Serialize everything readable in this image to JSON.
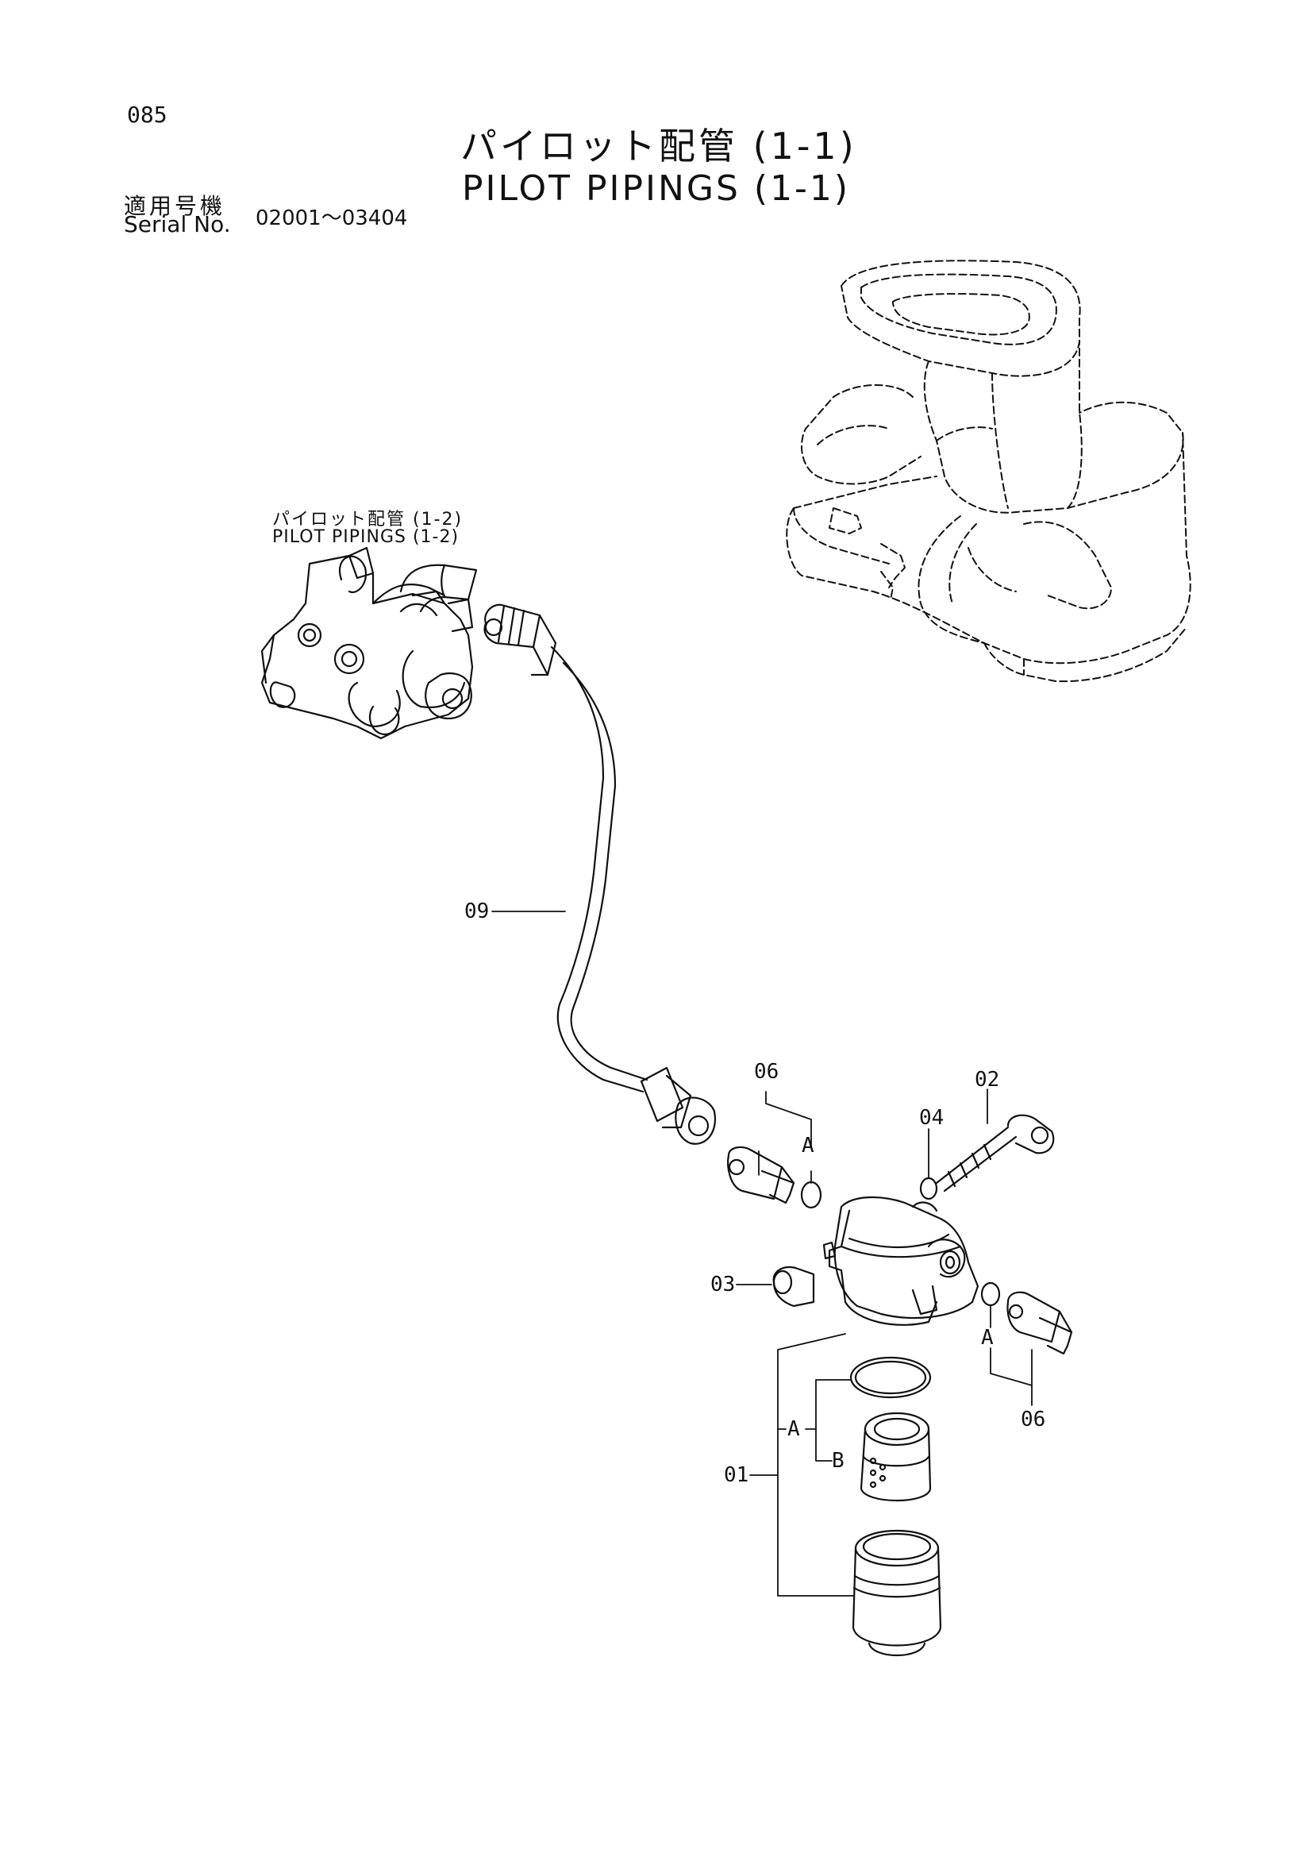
{
  "page": {
    "number": "085",
    "title_jp": "パイロット配管 (1-1)",
    "title_en": "PILOT PIPINGS (1-1)",
    "serial_label_jp": "適用号機",
    "serial_label_en": "Serial No.",
    "serial_range": "02001～03404"
  },
  "reference": {
    "title_jp": "パイロット配管 (1-2)",
    "title_en": "PILOT PIPINGS (1-2)"
  },
  "callouts": {
    "c01": "01",
    "c02": "02",
    "c03": "03",
    "c04": "04",
    "c06_top": "06",
    "c06_bottom": "06",
    "c09": "09",
    "A_top": "A",
    "A_right": "A",
    "A_filter": "A",
    "B_filter": "B"
  }
}
